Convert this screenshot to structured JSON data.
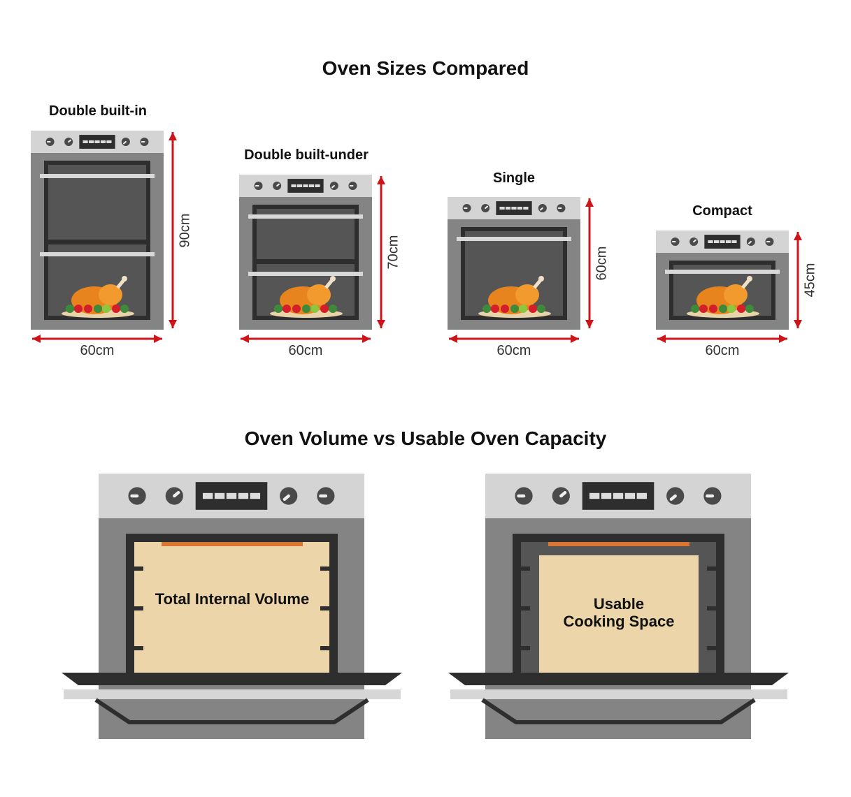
{
  "section1": {
    "title": "Oven Sizes Compared",
    "ovens": [
      {
        "name": "Double built-in",
        "height": "90cm",
        "width": "60cm",
        "type": "double"
      },
      {
        "name": "Double built-under",
        "height": "70cm",
        "width": "60cm",
        "type": "double"
      },
      {
        "name": "Single",
        "height": "60cm",
        "width": "60cm",
        "type": "single"
      },
      {
        "name": "Compact",
        "height": "45cm",
        "width": "60cm",
        "type": "single"
      }
    ]
  },
  "section2": {
    "title": "Oven Volume vs Usable Oven Capacity",
    "left_label": "Total Internal Volume",
    "right_label_line1": "Usable",
    "right_label_line2": "Cooking Space"
  },
  "colors": {
    "panel": "#d4d4d4",
    "body": "#848484",
    "frame": "#2e2e2e",
    "cavity": "#555555",
    "arrow": "#cc1419",
    "tan": "#ecd5a8",
    "orange": "#d97633"
  }
}
